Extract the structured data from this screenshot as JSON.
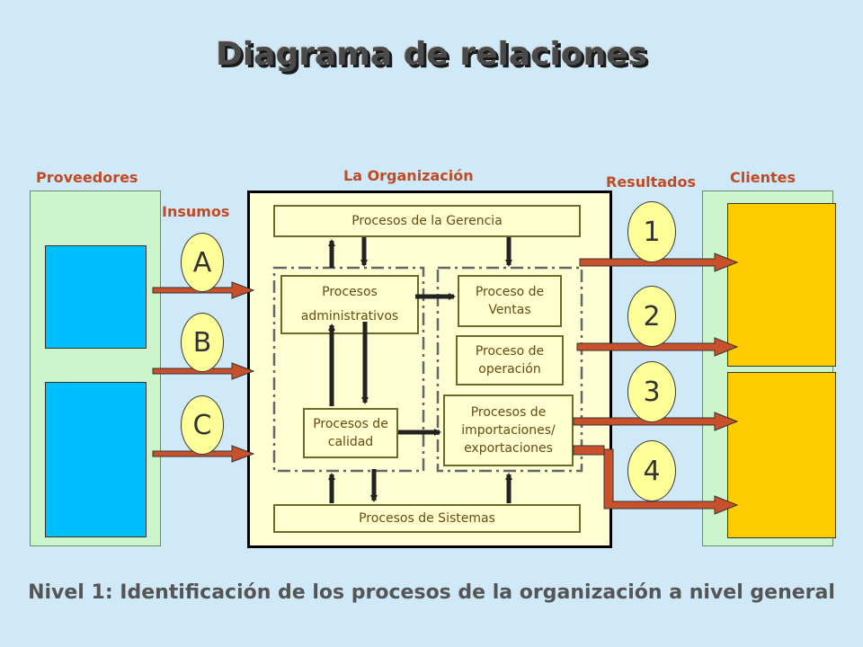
{
  "title": "Diagrama de relaciones",
  "headers": {
    "proveedores": "Proveedores",
    "organizacion": "La Organización",
    "resultados": "Resultados",
    "clientes": "Clientes",
    "insumos": "Insumos"
  },
  "inputs": [
    "A",
    "B",
    "C"
  ],
  "outputs": [
    "1",
    "2",
    "3",
    "4"
  ],
  "processes": {
    "gerencia": "Procesos de la Gerencia",
    "administrativos_line1": "Procesos",
    "administrativos_line2": "administrativos",
    "calidad": "Procesos de calidad",
    "ventas": "Proceso de Ventas",
    "operacion": "Proceso de operación",
    "importaciones": "Procesos de importaciones/ exportaciones",
    "sistemas": "Procesos de Sistemas"
  },
  "footer": "Nivel 1: Identificación de los procesos de la organización a nivel general"
}
